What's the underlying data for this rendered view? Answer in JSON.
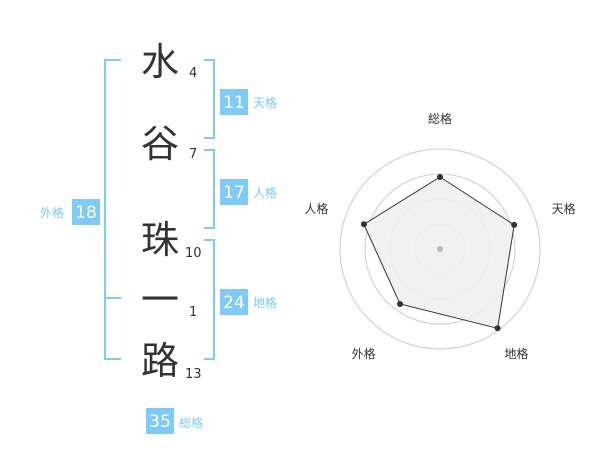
{
  "colors": {
    "accent": "#7fcaf6",
    "badge_text": "#ffffff",
    "label_text": "#7fcaf6",
    "kanji_text": "#333333",
    "radar_ring": "#cccccc",
    "radar_fill": "#eeeeee",
    "radar_line": "#333333"
  },
  "name": {
    "characters": [
      {
        "char": "水",
        "strokes": "4"
      },
      {
        "char": "谷",
        "strokes": "7"
      },
      {
        "char": "珠",
        "strokes": "10"
      },
      {
        "char": "一",
        "strokes": "1"
      },
      {
        "char": "路",
        "strokes": "13"
      }
    ]
  },
  "fortunes": {
    "tenkaku": {
      "value": "11",
      "label": "天格"
    },
    "jinkaku": {
      "value": "17",
      "label": "人格"
    },
    "chikaku": {
      "value": "24",
      "label": "地格"
    },
    "gaikaku": {
      "value": "18",
      "label": "外格"
    },
    "soukaku": {
      "value": "35",
      "label": "総格"
    }
  },
  "chart_data": {
    "type": "radar",
    "axes": [
      "総格",
      "天格",
      "地格",
      "外格",
      "人格"
    ],
    "values": [
      0.72,
      0.78,
      0.98,
      0.68,
      0.8
    ],
    "range": [
      0,
      1
    ],
    "rings": 4
  }
}
